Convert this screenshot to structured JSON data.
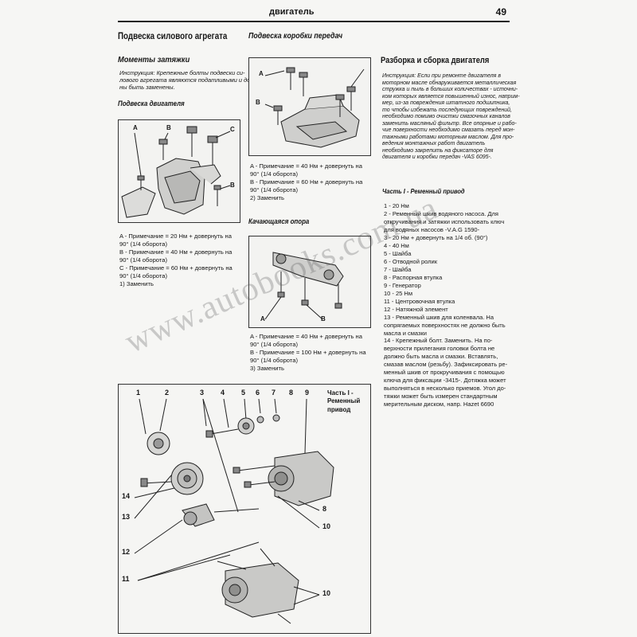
{
  "header": {
    "title": "двигатель",
    "page_number": "49"
  },
  "col1": {
    "title": "Подвеска силового агрегата",
    "subtitle": "Моменты затяжки",
    "instruction": [
      "Инструкция: Крепежные болты подвески си-",
      "лового агрегата являются податливыми и долж-",
      "ны быть заменены."
    ],
    "section": "Подвеска двигателя",
    "fig_labels": [
      "A",
      "B",
      "C",
      "B"
    ],
    "notes": [
      "A - Примечание = 20 Нм + довернуть на",
      "90° (1/4 оборота)",
      "B - Примечание = 40 Нм + довернуть на",
      "90° (1/4 оборота)",
      "C - Примечание = 60 Нм + довернуть на",
      "90° (1/4 оборота)",
      "1) Заменить"
    ]
  },
  "col2": {
    "title": "Подвеска коробки передач",
    "fig_labels": [
      "A",
      "B"
    ],
    "notes": [
      "A - Примечание = 40 Нм + довернуть на",
      "90° (1/4 оборота)",
      "B - Примечание = 60 Нм + довернуть на",
      "90° (1/4 оборота)",
      "2) Заменить"
    ],
    "section2": "Качающаяся опора",
    "fig2_labels": [
      "A",
      "B"
    ],
    "notes2": [
      "A - Примечание = 40 Нм + довернуть на",
      "90° (1/4 оборота)",
      "B - Примечание = 100 Нм + довернуть на",
      "90° (1/4 оборота)",
      "3) Заменить"
    ]
  },
  "col3": {
    "title": "Разборка и сборка двигателя",
    "instruction": [
      "Инструкция: Если при ремонте двигателя в",
      "моторном масле обнаруживается металлическая",
      "стружка и пыль в больших количествах - источни-",
      "ком которых является повышенный износ, наприм-",
      "мер, из-за повреждения штатного подшипника,",
      "то чтобы избежать последующих повреждений,",
      "необходимо помимо очистки смазочных каналов",
      "заменить масляный фильтр. Все опорные и рабо-",
      "чие поверхности необходимо смазать перед мон-",
      "тажными работами моторным маслом. Для про-",
      "ведения монтажных работ двигатель",
      "необходимо закрепить на фиксаторе для",
      "двигателя и коробки передач -VAS 6095-."
    ],
    "section": "Часть I - Ременный привод",
    "items": [
      "1 - 20 Нм",
      "2 - Ременный шкив водяного насоса. Для",
      "откручивания и затяжки использовать ключ",
      "для водяных насосов -V.A.G 1590-",
      "3 - 20 Нм + довернуть на 1/4 об. (90°)",
      "4 - 40 Нм",
      "5 - Шайба",
      "6 - Отводной ролик",
      "7 - Шайба",
      "8 - Распорная втулка",
      "9 - Генератор",
      "10 - 25 Нм",
      "11 - Центровочная втулка",
      "12 - Натяжной элемент",
      "13 - Ременный шкив для коленвала. На",
      "сопрягаемых поверхностях не должно быть",
      "масла и смазки",
      "14 - Крепежный болт. Заменить. На по-",
      "верхности прилегания головки болта не",
      "должно быть масла и смазки. Вставлять,",
      "смазав маслом (резьбу). Зафиксировать ре-",
      "менный шкив от прокручивания с помощью",
      "ключа для фиксации -3415-. Дотяжка может",
      "выполняться в несколько приемов. Угол до-",
      "тяжки может быть измерен стандартным",
      "мерительным диском, напр. Hazet 6690"
    ]
  },
  "big_figure": {
    "caption": [
      "Часть I -",
      "Ременный",
      "привод"
    ],
    "numbers_top": [
      "1",
      "2",
      "3",
      "4",
      "5",
      "6",
      "7",
      "8",
      "9"
    ],
    "numbers_left": [
      "14",
      "13",
      "12",
      "11"
    ],
    "numbers_right": [
      "8",
      "10",
      "10"
    ]
  },
  "watermark": "www.autobooks.com.ua"
}
